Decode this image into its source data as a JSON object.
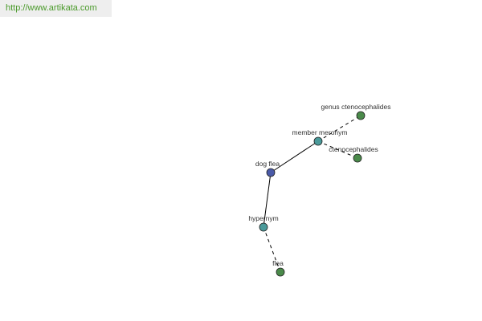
{
  "header": {
    "url_text": "http://www.artikata.com"
  },
  "colors": {
    "banner_background": "#eeeeee",
    "banner_text": "#4a9a2a",
    "focus_node": "#4a5aa8",
    "relation_node": "#4a9a9a",
    "leaf_node": "#4a8a4a",
    "edge": "#000000",
    "label": "#333333"
  },
  "graph": {
    "nodes": [
      {
        "id": "dog-flea",
        "label": "dog flea",
        "kind": "focus"
      },
      {
        "id": "member-meronym",
        "label": "member meronym",
        "kind": "relation"
      },
      {
        "id": "genus-ctenocephalides",
        "label": "genus ctenocephalides",
        "kind": "leaf"
      },
      {
        "id": "ctenocephalides",
        "label": "ctenocephalides",
        "kind": "leaf"
      },
      {
        "id": "hypernym",
        "label": "hypernym",
        "kind": "relation"
      },
      {
        "id": "flea",
        "label": "flea",
        "kind": "leaf"
      }
    ],
    "edges": [
      {
        "from": "dog-flea",
        "to": "member-meronym",
        "style": "solid"
      },
      {
        "from": "member-meronym",
        "to": "genus-ctenocephalides",
        "style": "dashed"
      },
      {
        "from": "member-meronym",
        "to": "ctenocephalides",
        "style": "dashed"
      },
      {
        "from": "dog-flea",
        "to": "hypernym",
        "style": "solid"
      },
      {
        "from": "hypernym",
        "to": "flea",
        "style": "dashed"
      }
    ]
  }
}
